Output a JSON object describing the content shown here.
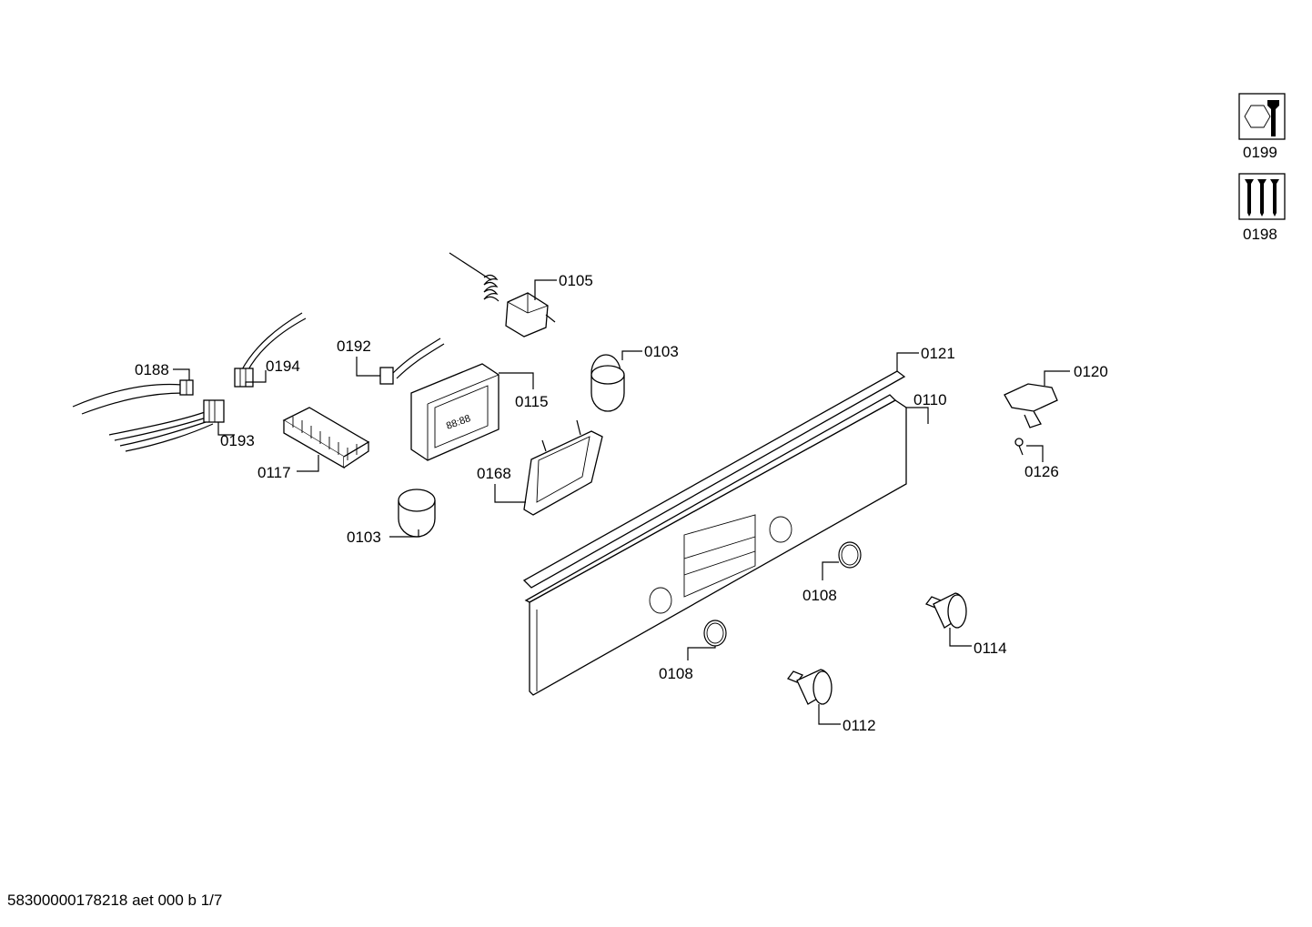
{
  "footer_text": "58300000178218 aet 000 b 1/7",
  "labels": {
    "p0199": "0199",
    "p0198": "0198",
    "p0105": "0105",
    "p0103a": "0103",
    "p0121": "0121",
    "p0120": "0120",
    "p0192": "0192",
    "p0188": "0188",
    "p0194": "0194",
    "p0115": "0115",
    "p0110": "0110",
    "p0193": "0193",
    "p0117": "0117",
    "p0168": "0168",
    "p0126": "0126",
    "p0103b": "0103",
    "p0108a": "0108",
    "p0114": "0114",
    "p0108b": "0108",
    "p0112": "0112"
  },
  "icons": [
    "nut-wrench-icon",
    "screws-icon"
  ]
}
